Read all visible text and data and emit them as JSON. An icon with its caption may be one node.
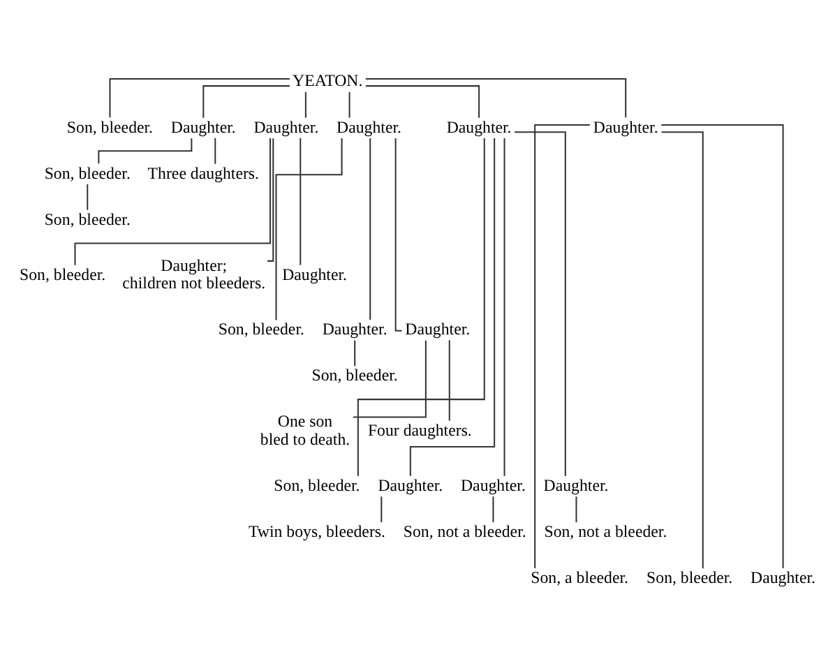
{
  "diagram": {
    "nodes": [
      {
        "text": [
          "YEATON."
        ]
      },
      {
        "text": [
          "Son, bleeder."
        ]
      },
      {
        "text": [
          "Daughter."
        ]
      },
      {
        "text": [
          "Daughter."
        ]
      },
      {
        "text": [
          "Daughter."
        ]
      },
      {
        "text": [
          "Daughter."
        ]
      },
      {
        "text": [
          "Daughter."
        ]
      },
      {
        "text": [
          "Son, bleeder."
        ]
      },
      {
        "text": [
          "Three daughters."
        ]
      },
      {
        "text": [
          "Son, bleeder."
        ]
      },
      {
        "text": [
          "Son, bleeder."
        ]
      },
      {
        "text": [
          "Daughter; children not bleeders."
        ]
      },
      {
        "text": [
          "Daughter."
        ]
      },
      {
        "text": [
          "Son, bleeder."
        ]
      },
      {
        "text": [
          "Daughter."
        ]
      },
      {
        "text": [
          "Daughter."
        ]
      },
      {
        "text": [
          "Son, bleeder."
        ]
      },
      {
        "text": [
          "One son bled to death."
        ]
      },
      {
        "text": [
          "Four daughters."
        ]
      },
      {
        "text": [
          "Son, bleeder."
        ]
      },
      {
        "text": [
          "Daughter."
        ]
      },
      {
        "text": [
          "Daughter."
        ]
      },
      {
        "text": [
          "Daughter."
        ]
      },
      {
        "text": [
          "Twin boys, bleeders."
        ]
      },
      {
        "text": [
          "Son, not a bleeder."
        ]
      },
      {
        "text": [
          "Son, not a bleeder."
        ]
      },
      {
        "text": [
          "Son, a bleeder."
        ]
      },
      {
        "text": [
          "Son, bleeder."
        ]
      },
      {
        "text": [
          "Daughter."
        ]
      }
    ],
    "edges": [
      {
        "from": 0,
        "to": 1,
        "arrow": "none"
      },
      {
        "from": 0,
        "to": 2,
        "arrow": "none"
      },
      {
        "from": 0,
        "to": 3,
        "arrow": "none"
      },
      {
        "from": 0,
        "to": 4,
        "arrow": "none"
      },
      {
        "from": 0,
        "to": 5,
        "arrow": "none"
      },
      {
        "from": 0,
        "to": 6,
        "arrow": "none"
      },
      {
        "from": 2,
        "to": 7,
        "arrow": "none"
      },
      {
        "from": 2,
        "to": 8,
        "arrow": "none"
      },
      {
        "from": 7,
        "to": 9,
        "arrow": "none"
      },
      {
        "from": 3,
        "to": 10,
        "arrow": "none"
      },
      {
        "from": 3,
        "to": 11,
        "arrow": "none"
      },
      {
        "from": 3,
        "to": 12,
        "arrow": "none"
      },
      {
        "from": 4,
        "to": 13,
        "arrow": "none"
      },
      {
        "from": 4,
        "to": 14,
        "arrow": "none"
      },
      {
        "from": 4,
        "to": 15,
        "arrow": "none"
      },
      {
        "from": 14,
        "to": 16,
        "arrow": "none"
      },
      {
        "from": 15,
        "to": 17,
        "arrow": "none"
      },
      {
        "from": 15,
        "to": 18,
        "arrow": "none"
      },
      {
        "from": 5,
        "to": 19,
        "arrow": "none"
      },
      {
        "from": 5,
        "to": 20,
        "arrow": "none"
      },
      {
        "from": 5,
        "to": 21,
        "arrow": "none"
      },
      {
        "from": 5,
        "to": 22,
        "arrow": "none"
      },
      {
        "from": 20,
        "to": 23,
        "arrow": "none"
      },
      {
        "from": 21,
        "to": 24,
        "arrow": "none"
      },
      {
        "from": 22,
        "to": 25,
        "arrow": "none"
      },
      {
        "from": 6,
        "to": 26,
        "arrow": "none"
      },
      {
        "from": 6,
        "to": 27,
        "arrow": "none"
      },
      {
        "from": 6,
        "to": 28,
        "arrow": "none"
      }
    ]
  }
}
